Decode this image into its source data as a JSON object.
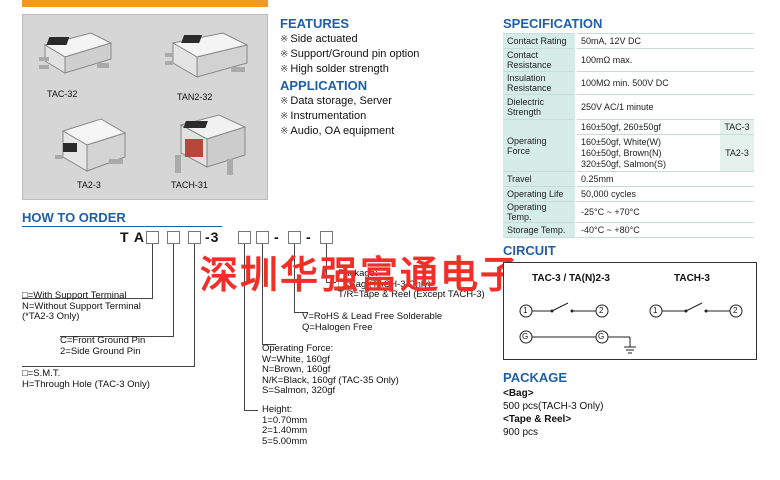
{
  "parts": [
    {
      "label": "TAC-32"
    },
    {
      "label": "TAN2-32"
    },
    {
      "label": "TA2-3"
    },
    {
      "label": "TACH-31"
    }
  ],
  "features": {
    "title": "FEATURES",
    "items": [
      "Side actuated",
      "Support/Ground pin option",
      "High solder strength"
    ]
  },
  "application": {
    "title": "APPLICATION",
    "items": [
      "Data storage, Server",
      "Instrumentation",
      "Audio, OA equipment"
    ]
  },
  "bullet_mark": "※",
  "specification": {
    "title": "SPECIFICATION",
    "contact_rating": {
      "key": "Contact Rating",
      "value": "50mA, 12V DC"
    },
    "contact_resistance": {
      "key": "Contact Resistance",
      "value": "100mΩ max."
    },
    "insulation": {
      "key": "Insulation Resistance",
      "value": "100MΩ min. 500V DC"
    },
    "dielectric": {
      "key": "Dielectric Strength",
      "value": "250V AC/1 minute"
    },
    "operating_force": {
      "key": "Operating Force",
      "row1": {
        "value": "160±50gf, 260±50gf",
        "model": "TAC-3"
      },
      "row2": {
        "value": "160±50gf, White(W)\n160±50gf, Brown(N)\n320±50gf, Salmon(S)",
        "model": "TA2-3"
      }
    },
    "travel": {
      "key": "Travel",
      "value": "0.25mm"
    },
    "operating_life": {
      "key": "Operating Life",
      "value": "50,000 cycles"
    },
    "operating_temp": {
      "key": "Operating Temp.",
      "value": "-25°C ~ +70°C"
    },
    "storage_temp": {
      "key": "Storage Temp.",
      "value": "-40°C ~ +80°C"
    }
  },
  "how_to_order": {
    "title": "HOW TO ORDER",
    "prefix": "T A",
    "dash": "-",
    "mid": "-3",
    "support_terminal": "□=With Support Terminal\nN=Without Support Terminal\n(*TA2-3 Only)",
    "ground_pin": "C=Front Ground Pin\n2=Side Ground Pin",
    "mount": "□=S.M.T.\nH=Through Hole (TAC-3 Only)",
    "height": "Height:\n1=0.70mm\n2=1.40mm\n5=5.00mm",
    "operating_force": "Operating Force:\nW=White, 160gf\nN=Brown, 160gf\nN/K=Black, 160gf (TAC-35 Only)\nS=Salmon, 320gf",
    "rohs": "V=RoHS & Lead Free Solderable\nQ=Halogen Free",
    "package": "Package:\n□=Bag (TACH-3 Only)\nT/R=Tape & Reel (Except TACH-3)"
  },
  "watermark": "深圳华强富通电子",
  "circuit": {
    "title": "CIRCUIT",
    "label_left": "TAC-3 / TA(N)2-3",
    "label_right": "TACH-3",
    "pin1": "1",
    "pin2": "2",
    "pinG": "G"
  },
  "package": {
    "title": "PACKAGE",
    "bag_label": "<Bag>",
    "bag_value": "500 pcs(TACH-3 Only)",
    "tape_label": "<Tape & Reel>",
    "tape_value": "900 pcs"
  },
  "colors": {
    "accent": "#1f5fa8",
    "orange": "#f39a1e",
    "watermark": "#f12f28",
    "table_key": "#d6ece6"
  }
}
